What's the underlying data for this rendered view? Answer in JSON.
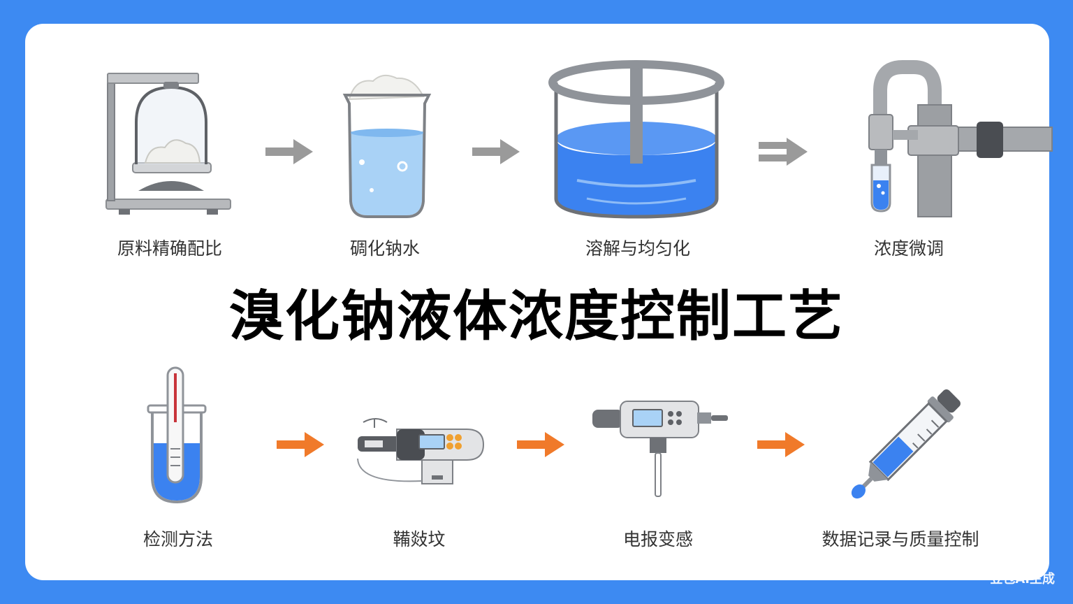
{
  "title": "溴化钠液体浓度控制工艺",
  "steps_top": [
    {
      "label": "原料精确配比",
      "icon": "balance-scale-icon"
    },
    {
      "label": "碉化钠水",
      "icon": "beaker-icon"
    },
    {
      "label": "溶解与均匀化",
      "icon": "mixing-tank-icon"
    },
    {
      "label": "浓度微调",
      "icon": "burette-valve-icon"
    }
  ],
  "steps_bottom": [
    {
      "label": "检测方法",
      "icon": "test-tube-thermometer-icon"
    },
    {
      "label": "鞴敥坟",
      "icon": "handheld-meter-icon"
    },
    {
      "label": "电报变感",
      "icon": "probe-meter-icon"
    },
    {
      "label": "数据记录与质量控制",
      "icon": "syringe-icon"
    }
  ],
  "watermark": "豆包AI生成",
  "colors": {
    "background": "#3d8af2",
    "card": "#ffffff",
    "liquid": "#3b82f0",
    "arrow_gray": "#9a9a9a",
    "arrow_orange": "#f07a2a",
    "steel": "#8f9399"
  }
}
